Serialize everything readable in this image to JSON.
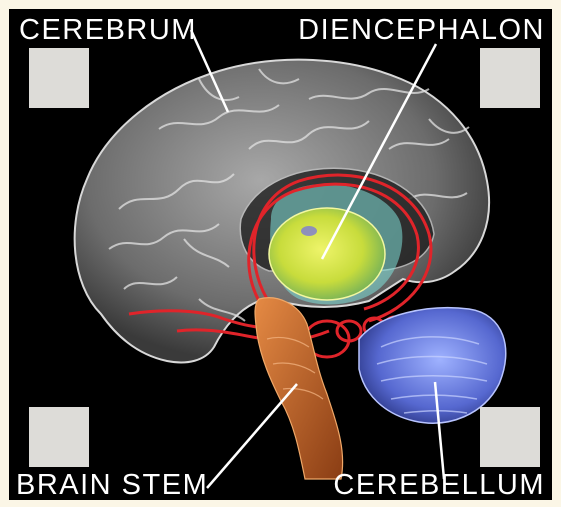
{
  "labels": {
    "cerebrum": "CEREBRUM",
    "diencephalon": "DIENCEPHALON",
    "brain_stem": "BRAIN STEM",
    "cerebellum": "CEREBELLUM"
  },
  "colors": {
    "background": "#000000",
    "frame": "#fbf6e6",
    "cerebrum": "#8a8a8a",
    "diencephalon": "#d8e84a",
    "limbic": "#e0242a",
    "brain_stem": "#c7652a",
    "cerebellum": "#5a6fd6",
    "placeholder": "#dddcd8"
  }
}
